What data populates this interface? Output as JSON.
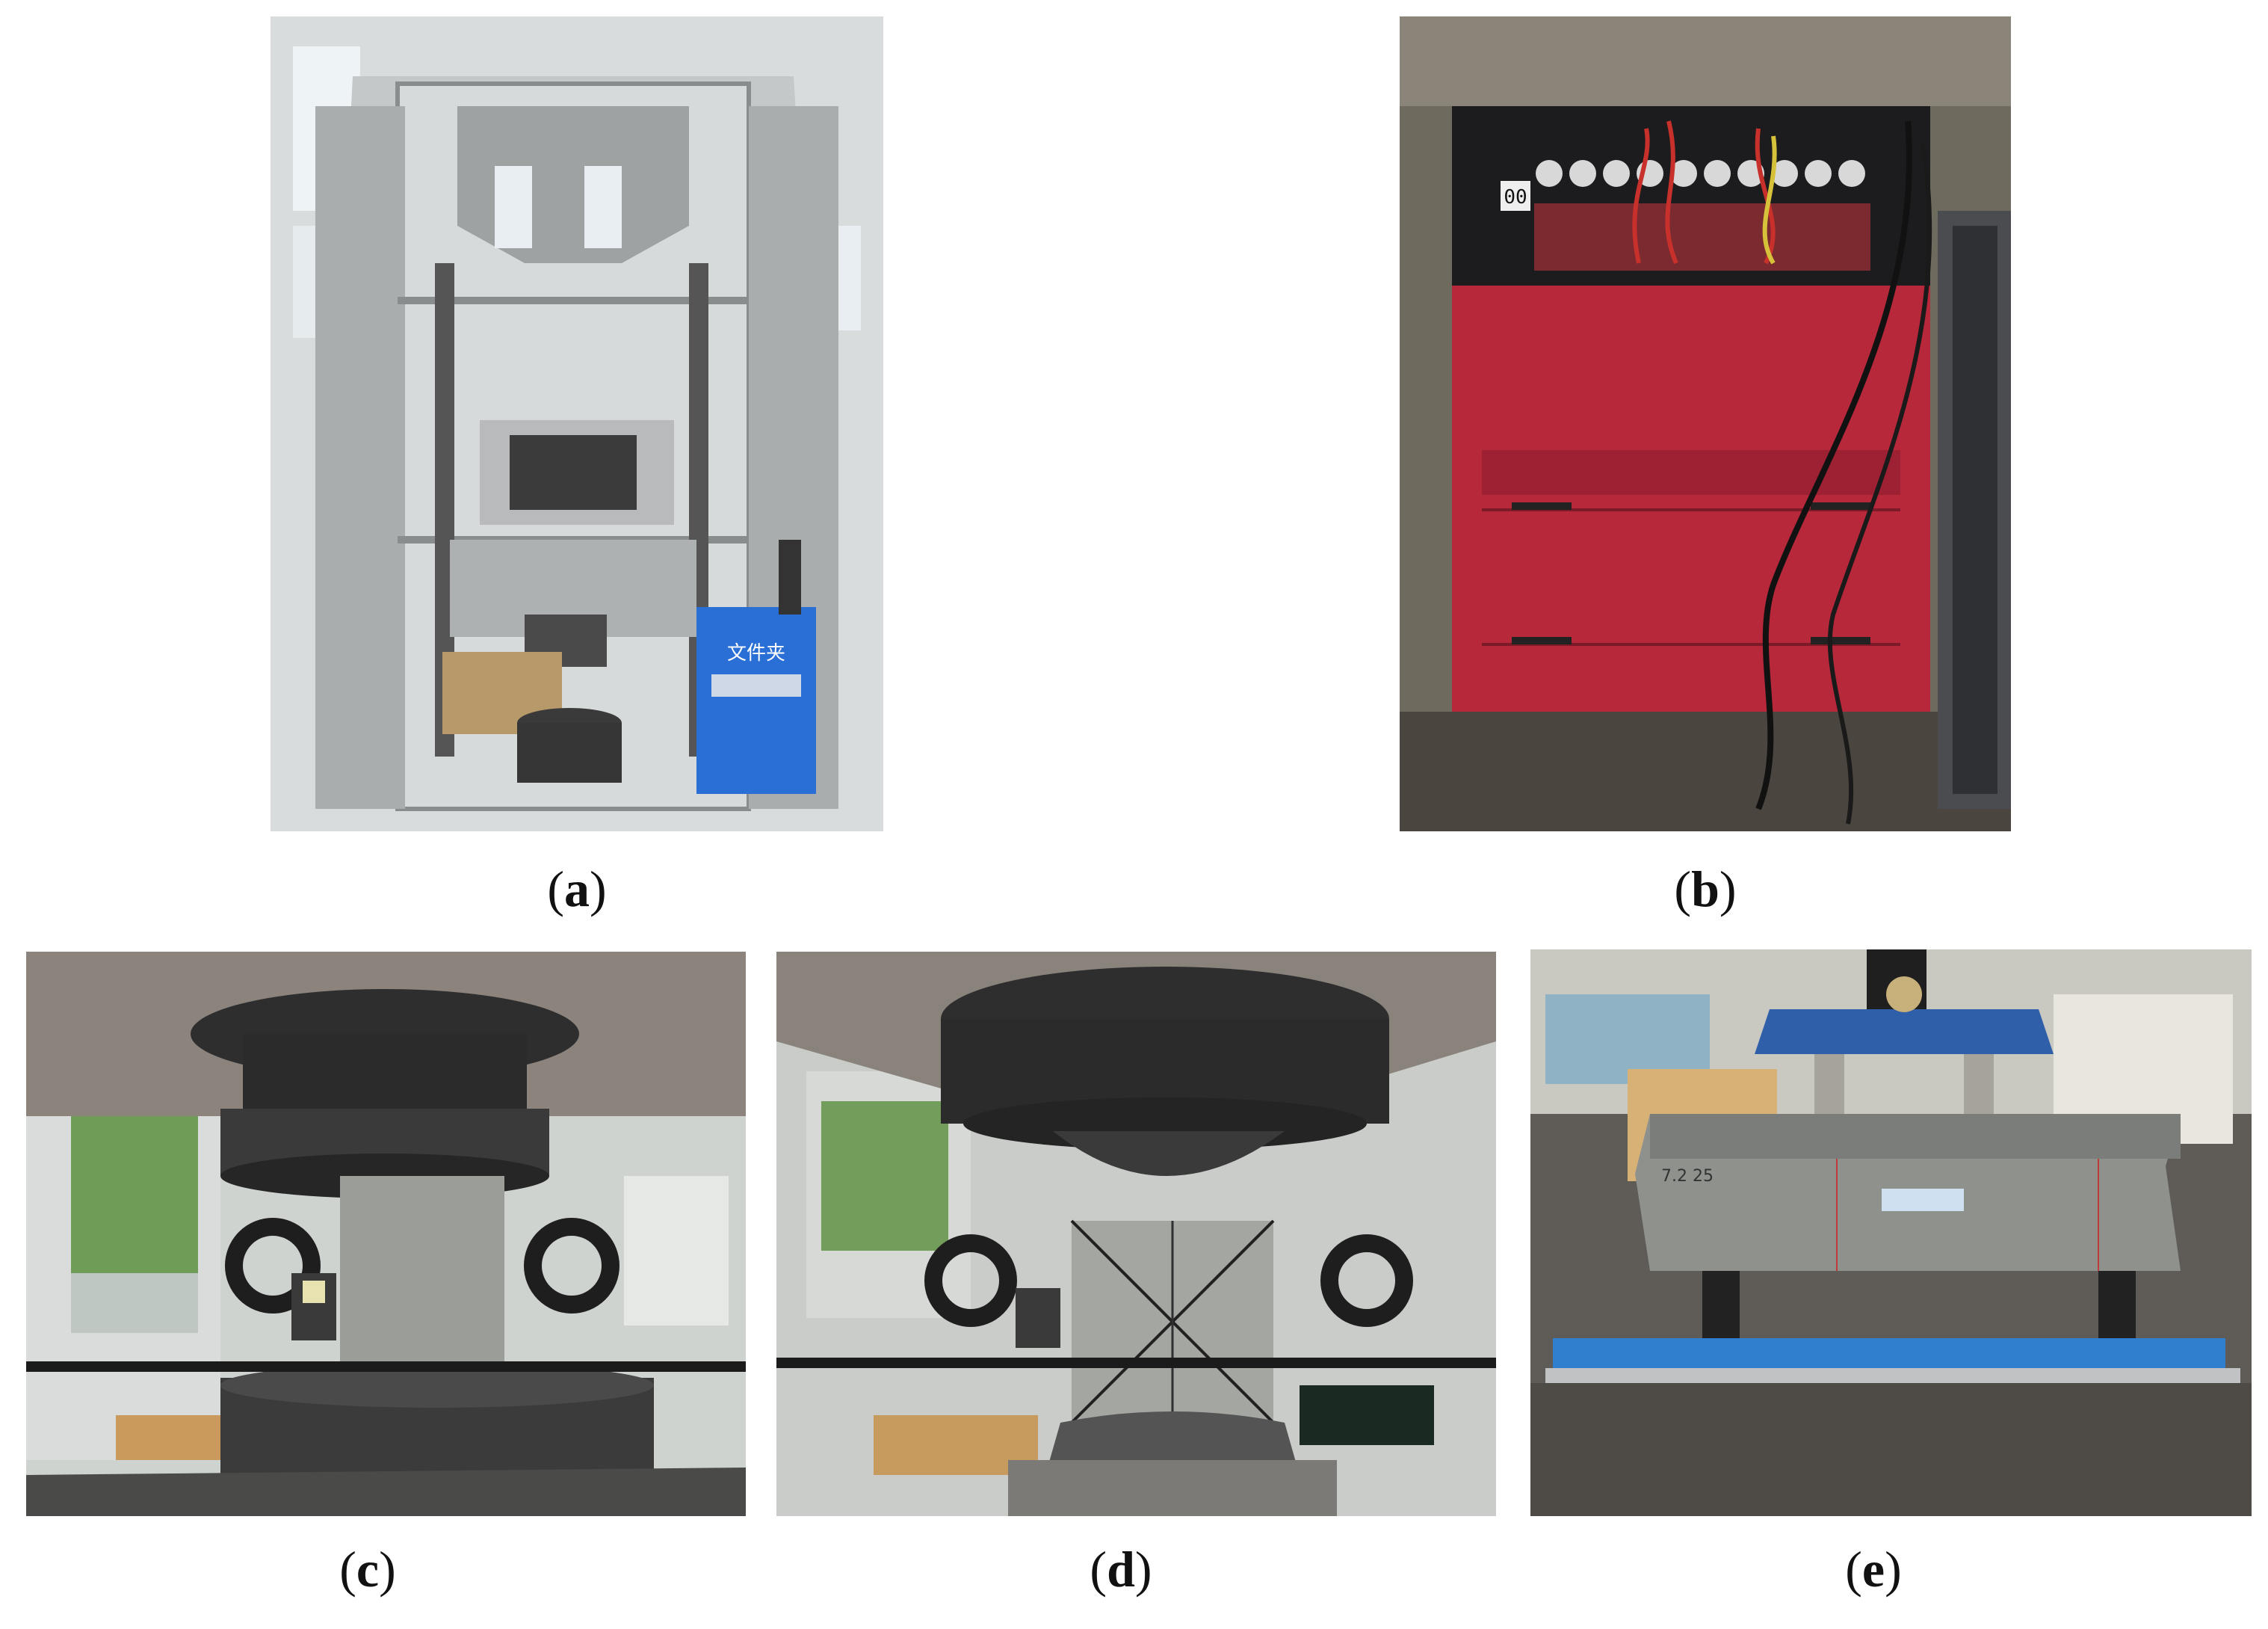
{
  "figure": {
    "panels": [
      {
        "id": "a",
        "caption_open": "(",
        "caption_letter": "a",
        "caption_close": ")",
        "sign_text": "文件夹"
      },
      {
        "id": "b",
        "caption_open": "(",
        "caption_letter": "b",
        "caption_close": ")",
        "display_text": "00"
      },
      {
        "id": "c",
        "caption_open": "(",
        "caption_letter": "c",
        "caption_close": ")"
      },
      {
        "id": "d",
        "caption_open": "(",
        "caption_letter": "d",
        "caption_close": ")"
      },
      {
        "id": "e",
        "caption_open": "(",
        "caption_letter": "e",
        "caption_close": ")",
        "label_text": "7.2 25"
      }
    ]
  },
  "colors": {
    "cabinet_red": "#b7283b",
    "blue_box": "#2a6fd6",
    "blue_rig": "#2f7fce",
    "concrete": "#9a9d98",
    "steel_dark": "#2a2a2c"
  }
}
